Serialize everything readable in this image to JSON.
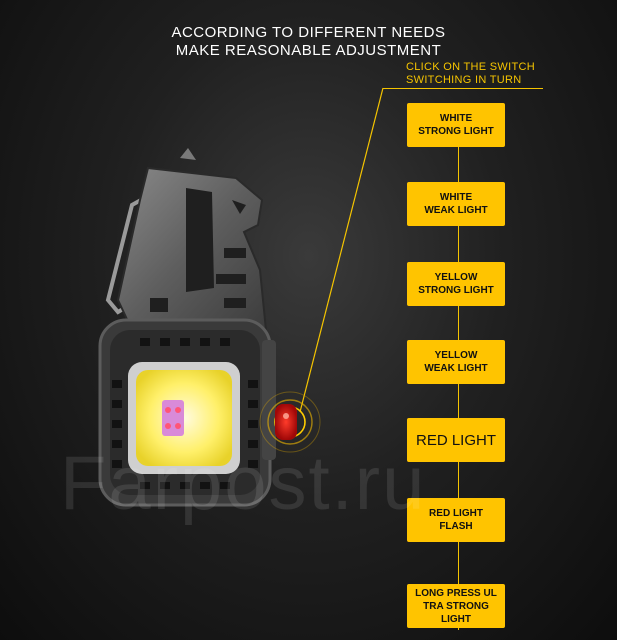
{
  "heading": {
    "line1": "ACCORDING TO DIFFERENT NEEDS",
    "line2": "MAKE REASONABLE ADJUSTMENT"
  },
  "instruction": {
    "line1": "CLICK ON THE SWITCH",
    "line2": "SWITCHING IN TURN"
  },
  "modes": [
    {
      "line1": "WHITE",
      "line2": "STRONG LIGHT"
    },
    {
      "line1": "WHITE",
      "line2": "WEAK LIGHT"
    },
    {
      "line1": "YELLOW",
      "line2": "STRONG LIGHT"
    },
    {
      "line1": "YELLOW",
      "line2": "WEAK LIGHT"
    },
    {
      "line1": "RED LIGHT",
      "line2": ""
    },
    {
      "line1": "RED LIGHT",
      "line2": "FLASH"
    },
    {
      "line1": "LONG PRESS UL",
      "line2": "TRA STRONG LIGHT"
    }
  ],
  "watermark": "Farpost.ru",
  "colors": {
    "accent": "#ffc400",
    "background": "#1a1a1a",
    "switch_red": "#e01818"
  }
}
